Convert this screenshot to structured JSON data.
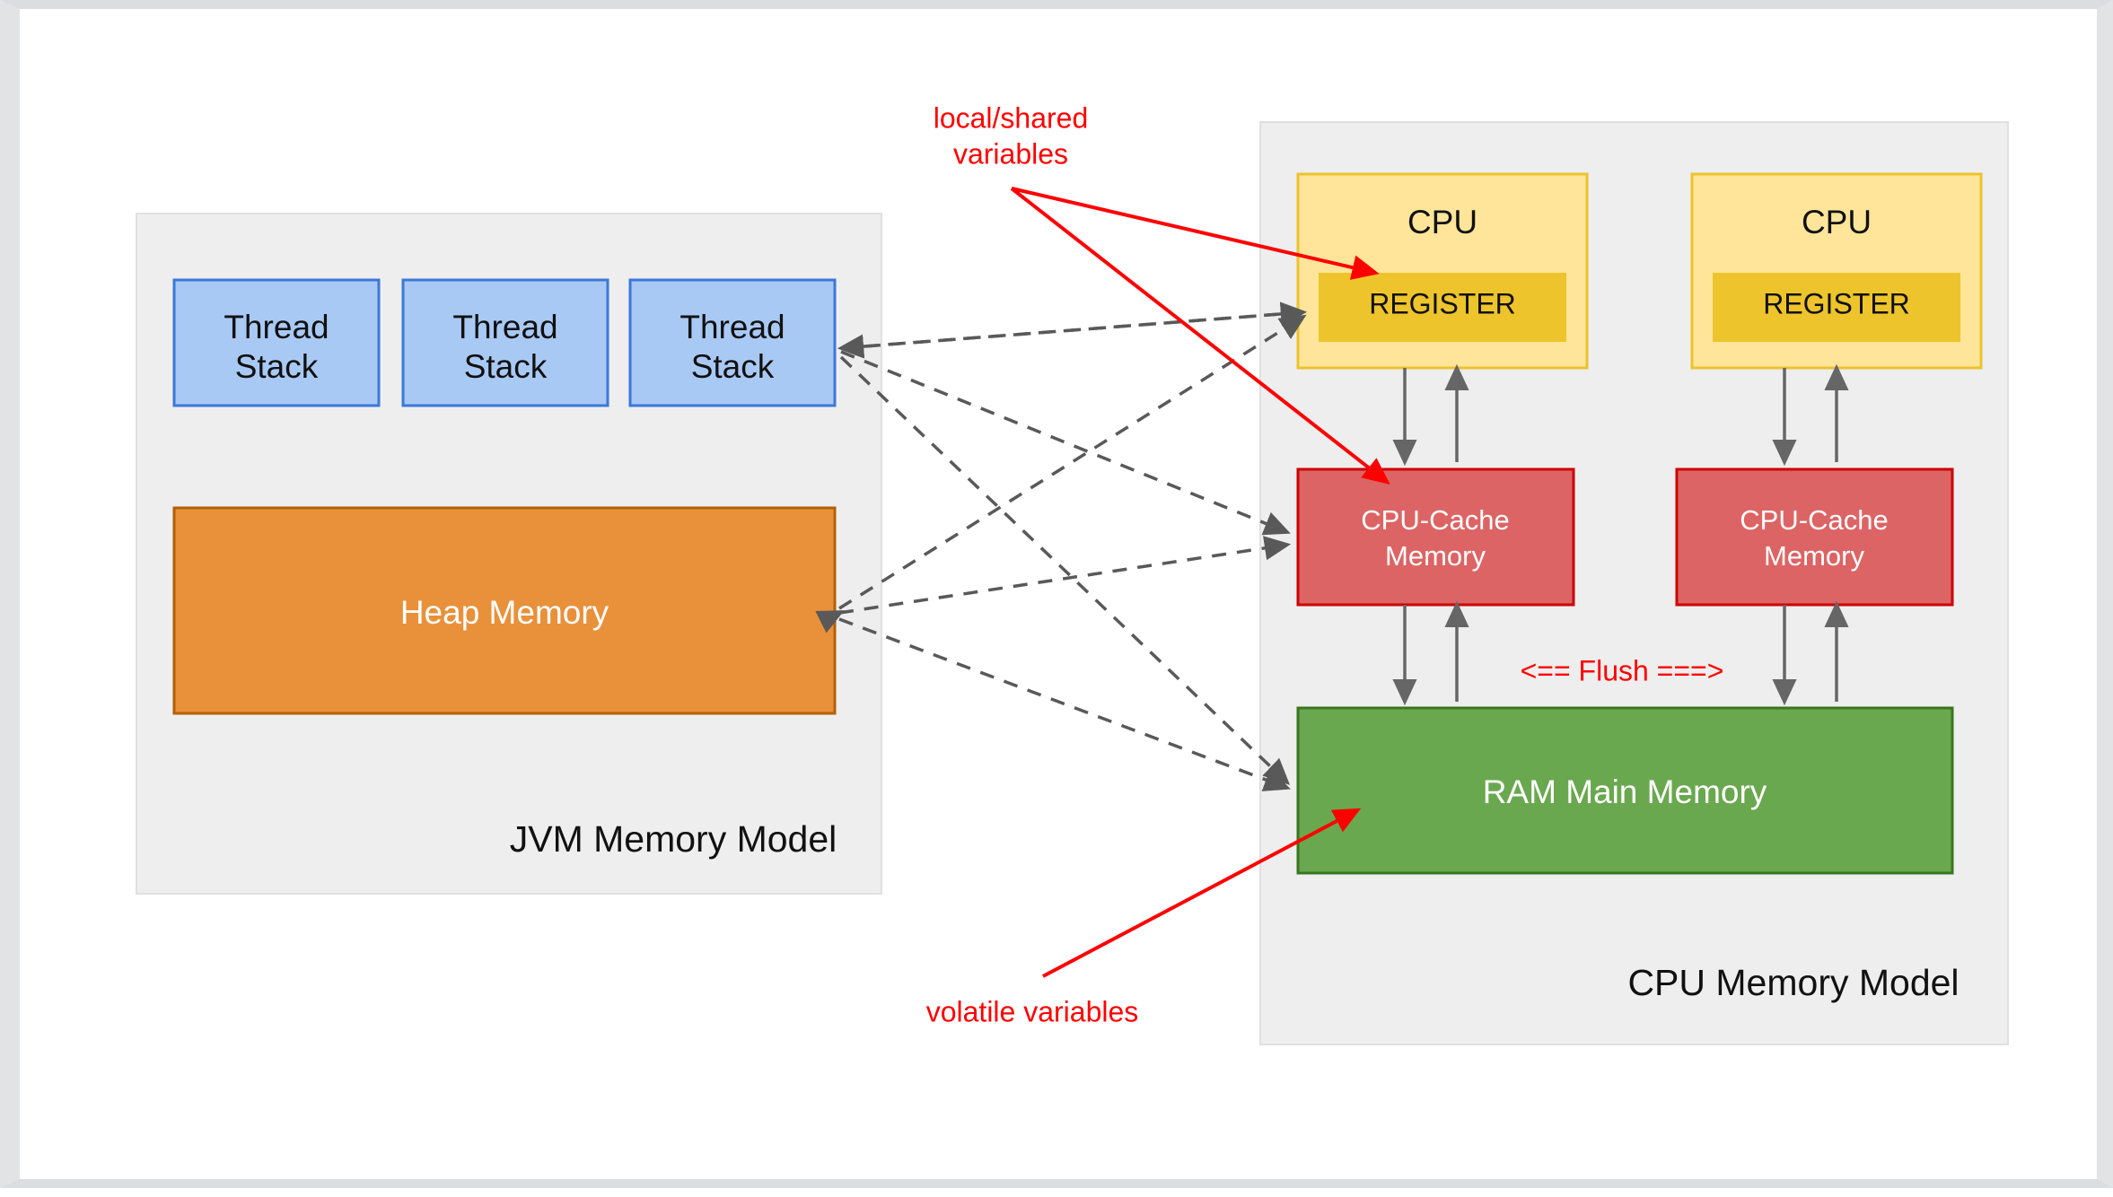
{
  "diagram": {
    "title_jvm": "JVM Memory Model",
    "title_cpu": "CPU Memory Model"
  },
  "jvm_panel": {
    "label": "JVM Memory Model",
    "thread_stacks": [
      {
        "line1": "Thread",
        "line2": "Stack"
      },
      {
        "line1": "Thread",
        "line2": "Stack"
      },
      {
        "line1": "Thread",
        "line2": "Stack"
      }
    ],
    "heap": {
      "label": "Heap Memory"
    }
  },
  "cpu_panel": {
    "label": "CPU Memory Model",
    "cpus": [
      {
        "title": "CPU",
        "register": "REGISTER",
        "cache_line1": "CPU-Cache",
        "cache_line2": "Memory"
      },
      {
        "title": "CPU",
        "register": "REGISTER",
        "cache_line1": "CPU-Cache",
        "cache_line2": "Memory"
      }
    ],
    "ram": {
      "label": "RAM Main Memory"
    },
    "flush_label": "<== Flush ===>"
  },
  "annotations": {
    "local_shared_line1": "local/shared",
    "local_shared_line2": "variables",
    "volatile": "volatile variables"
  },
  "colors": {
    "thread_stack_fill": "#a9c9f5",
    "thread_stack_border": "#3c78d8",
    "heap_fill": "#e8913a",
    "heap_border": "#b45f06",
    "cpu_fill": "#ffe599",
    "cpu_border": "#ecc22e",
    "register_fill": "#eec42c",
    "cache_fill": "#dd6464",
    "cache_border": "#cc0000",
    "ram_fill": "#6aa84f",
    "ram_border": "#38761d",
    "panel_fill": "#eeeeee",
    "annotation_red": "#ff0000",
    "arrow_gray": "#666666",
    "canvas": "#ffffff"
  }
}
